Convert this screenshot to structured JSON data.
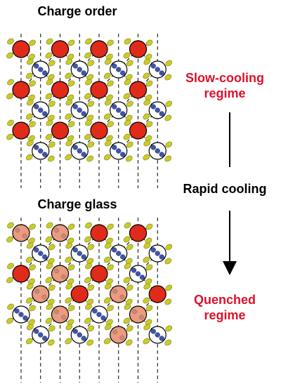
{
  "panels": {
    "top_title": "Charge order",
    "bottom_title": "Charge glass"
  },
  "process": {
    "slow_line1": "Slow-cooling",
    "slow_line2": "regime",
    "rapid": "Rapid cooling",
    "quenched_line1": "Quenched",
    "quenched_line2": "regime"
  },
  "colors": {
    "charge_rich": "#e02a1a",
    "charge_intermediate": "#ec9a80",
    "charge_poor_fill": "#ffffff",
    "ligand_yellow": "#c9cc2a",
    "ligand_blue": "#3f55a8",
    "label_red": "#e0102a"
  },
  "lattices": {
    "charge_order": [
      [
        "R",
        "R",
        "R",
        "R"
      ],
      [
        "W",
        "W",
        "W",
        "W"
      ],
      [
        "R",
        "R",
        "R",
        "R"
      ],
      [
        "W",
        "W",
        "W",
        "W"
      ],
      [
        "R",
        "R",
        "R",
        "R"
      ],
      [
        "W",
        "W",
        "W",
        "W"
      ]
    ],
    "charge_glass": [
      [
        "P",
        "P",
        "R",
        "R"
      ],
      [
        "W",
        "W",
        "W",
        "W"
      ],
      [
        "R",
        "P",
        "R",
        "W"
      ],
      [
        "P",
        "R",
        "P",
        "R"
      ],
      [
        "W",
        "P",
        "W",
        "P"
      ],
      [
        "W",
        "W",
        "P",
        "W"
      ]
    ]
  }
}
